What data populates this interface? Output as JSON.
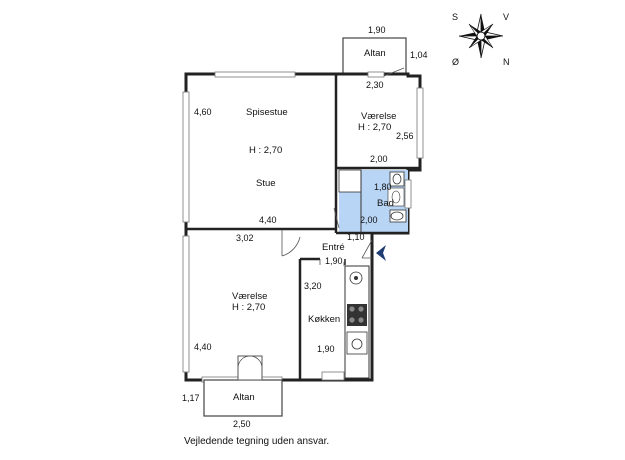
{
  "compass": {
    "labels": {
      "s": "S",
      "v": "V",
      "o": "Ø",
      "n": "N"
    }
  },
  "rooms": {
    "altan_top": "Altan",
    "spisestue": "Spisestue",
    "spisestue_height": "H : 2,70",
    "stue": "Stue",
    "vaerelse_top": "Værelse",
    "vaerelse_top_height": "H : 2,70",
    "bad": "Bad",
    "entre": "Entré",
    "vaerelse_bottom": "Værelse",
    "vaerelse_bottom_height": "H : 2,70",
    "kokken": "Køkken",
    "altan_bottom": "Altan"
  },
  "dimensions": {
    "d1": "1,90",
    "d2": "1,04",
    "d3": "2,30",
    "d4": "4,60",
    "d5": "2,56",
    "d6": "2,00",
    "d7": "1,80",
    "d8": "2,00",
    "d9": "4,40",
    "d10": "1,10",
    "d11": "3,02",
    "d12": "1,90",
    "d13": "3,20",
    "d14": "4,40",
    "d15": "1,90",
    "d16": "1,17",
    "d17": "2,50"
  },
  "colors": {
    "bath_fill": "#b9d5f5",
    "entry_arrow": "#1f3b73",
    "wall": "#222222",
    "window": "#777777"
  },
  "footer": {
    "disclaimer": "Vejledende tegning uden ansvar."
  }
}
